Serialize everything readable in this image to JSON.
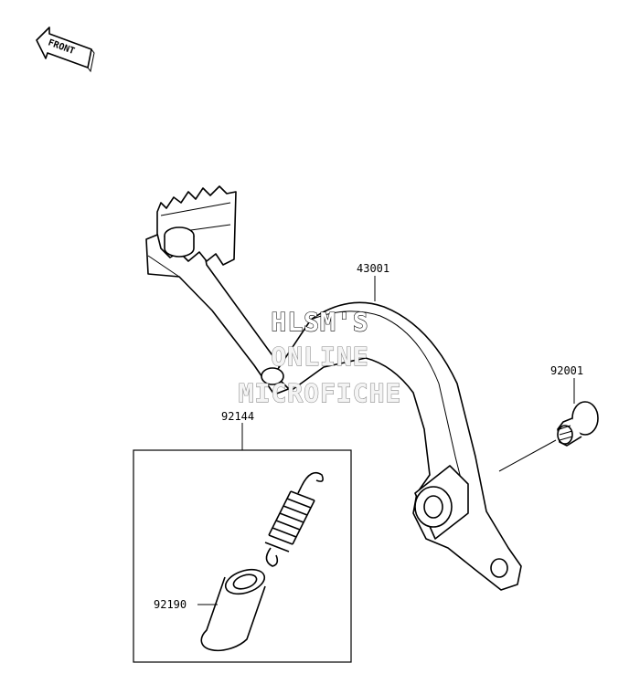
{
  "diagram": {
    "front_indicator": "FRONT",
    "watermark": [
      "HLSM'S",
      "ONLINE",
      "MICROFICHE"
    ],
    "parts": [
      {
        "id": "43001"
      },
      {
        "id": "92001"
      },
      {
        "id": "92144"
      },
      {
        "id": "92190"
      }
    ]
  }
}
